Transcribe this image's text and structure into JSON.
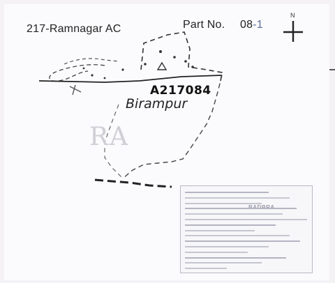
{
  "header": {
    "ac_name": "217-Ramnagar AC",
    "part_label": "Part No.",
    "part_number_main": "08",
    "part_number_tail": "-1"
  },
  "north_arrow": {
    "letter": "N",
    "icon": "north-arrow-icon"
  },
  "village": {
    "code": "A217084",
    "name": "Birampur"
  },
  "legend": {
    "badge": "BADBRA"
  },
  "colors": {
    "boundary": "#333333",
    "background": "#fbfafc"
  }
}
